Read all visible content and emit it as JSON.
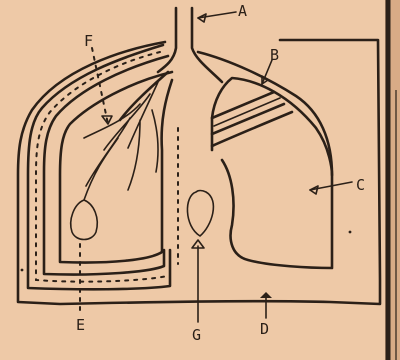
{
  "colors": {
    "paper": "#eec9a7",
    "ink": "#2b2018",
    "paper_dark": "#d9ab86"
  },
  "labels": {
    "A": "A",
    "B": "B",
    "C": "C",
    "D": "D",
    "E": "E",
    "F": "F",
    "G": "G"
  }
}
